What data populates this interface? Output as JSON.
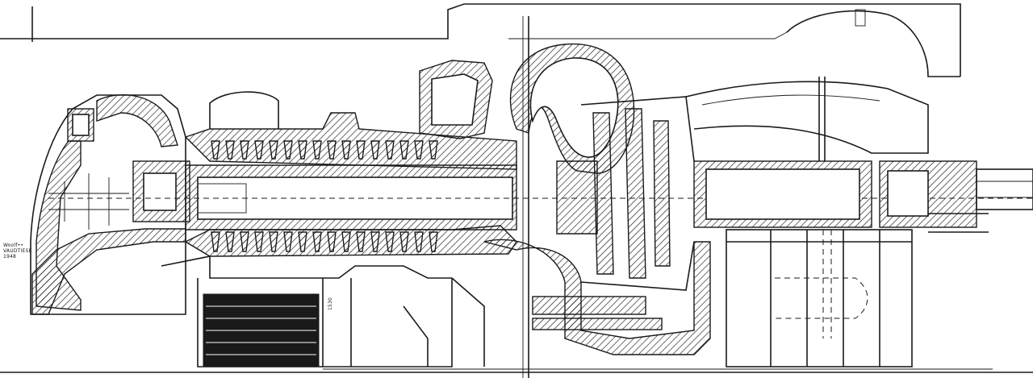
{
  "drawing": {
    "stamp_line_1": "Woolf••",
    "stamp_line_2": "VAUDTIESE",
    "stamp_line_3": "1948",
    "dimension_label": "1530"
  },
  "colors": {
    "ink": "#1a1a1a",
    "paper": "#ffffff"
  }
}
